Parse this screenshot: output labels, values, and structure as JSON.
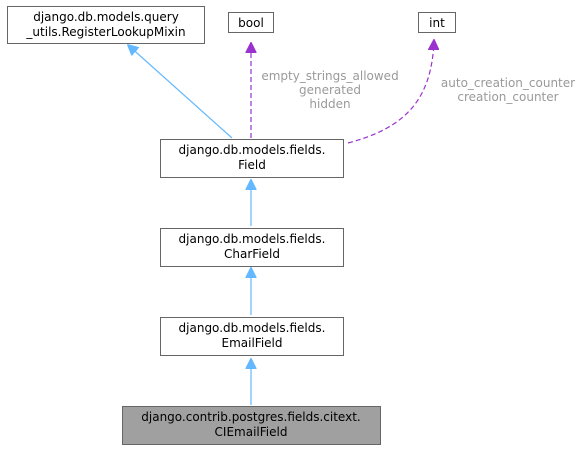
{
  "nodes": {
    "register_lookup_mixin": {
      "lines": [
        "django.db.models.query",
        "_utils.RegisterLookupMixin"
      ]
    },
    "bool": {
      "lines": [
        "bool"
      ]
    },
    "int": {
      "lines": [
        "int"
      ]
    },
    "field": {
      "lines": [
        "django.db.models.fields.",
        "Field"
      ]
    },
    "char_field": {
      "lines": [
        "django.db.models.fields.",
        "CharField"
      ]
    },
    "email_field": {
      "lines": [
        "django.db.models.fields.",
        "EmailField"
      ]
    },
    "ci_email_field": {
      "lines": [
        "django.contrib.postgres.fields.citext.",
        "CIEmailField"
      ]
    }
  },
  "edge_labels": {
    "bool_to_field": [
      "empty_strings_allowed",
      "generated",
      "hidden"
    ],
    "int_to_field": [
      "auto_creation_counter",
      "creation_counter"
    ]
  },
  "colors": {
    "inheritance_arrow": "#63b8ff",
    "usage_arrow": "#9a32cd",
    "focus_node_fill": "#a0a0a0",
    "label_text": "#9a9a9a"
  }
}
